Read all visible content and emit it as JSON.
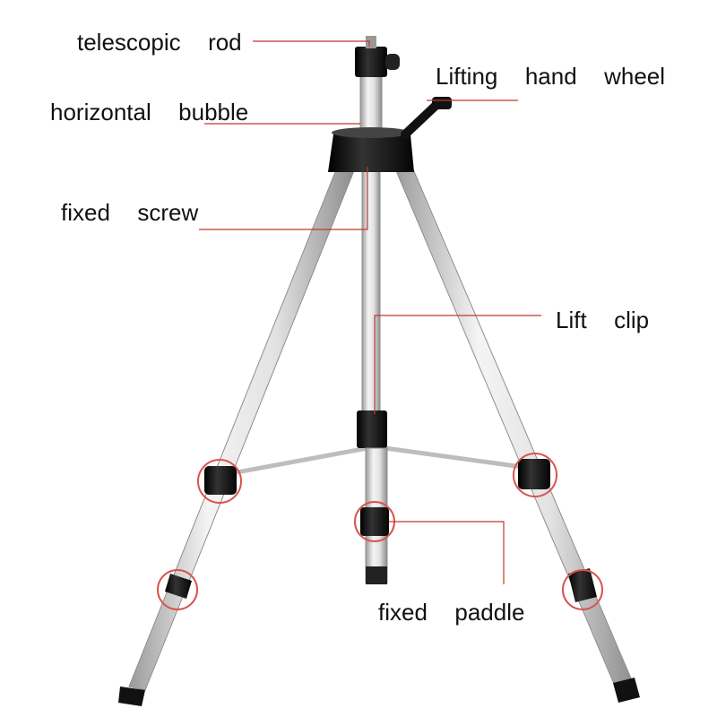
{
  "labels": {
    "telescopic_rod": "telescopic  rod",
    "lifting_hand_wheel": "Lifting  hand  wheel",
    "horizontal_bubble": "horizontal  bubble",
    "fixed_screw": "fixed  screw",
    "lift_clip": "Lift  clip",
    "fixed_paddle": "fixed  paddle"
  },
  "colors": {
    "leader_line": "#c0392b",
    "highlight_circle": "#d9534f",
    "aluminum": "#d8d8d8",
    "plastic": "#111111"
  }
}
